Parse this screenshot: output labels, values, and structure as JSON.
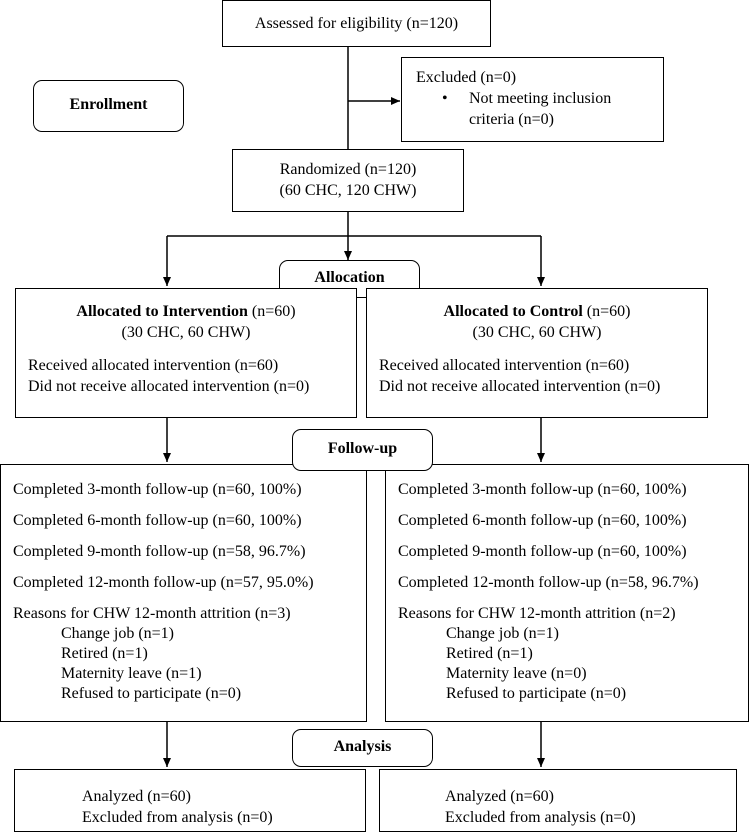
{
  "enrollment": {
    "stage_label": "Enrollment",
    "assessed": "Assessed for eligibility (n=120)",
    "excluded": {
      "title": "Excluded (n=0)",
      "bullet_line1": "Not meeting inclusion",
      "bullet_line2": "criteria (n=0)"
    },
    "randomized_line1": "Randomized (n=120)",
    "randomized_line2": "(60 CHC, 120 CHW)"
  },
  "allocation": {
    "stage_label": "Allocation",
    "intervention": {
      "title_bold": "Allocated to Intervention",
      "title_count": " (n=60)",
      "sub": "(30 CHC, 60 CHW)",
      "received": "Received allocated intervention (n=60)",
      "not_received": "Did not receive allocated intervention (n=0)"
    },
    "control": {
      "title_bold": "Allocated to Control",
      "title_count": " (n=60)",
      "sub": "(30 CHC, 60 CHW)",
      "received": "Received allocated intervention (n=60)",
      "not_received": "Did not receive allocated intervention (n=0)"
    }
  },
  "followup": {
    "stage_label": "Follow-up",
    "intervention": {
      "m3": "Completed 3-month follow-up (n=60, 100%)",
      "m6": "Completed 6-month follow-up (n=60, 100%)",
      "m9": "Completed 9-month follow-up (n=58, 96.7%)",
      "m12": "Completed 12-month follow-up (n=57, 95.0%)",
      "reasons_title": "Reasons for CHW 12-month attrition (n=3)",
      "reasons": [
        "Change job (n=1)",
        "Retired (n=1)",
        "Maternity leave (n=1)",
        "Refused to participate (n=0)"
      ]
    },
    "control": {
      "m3": "Completed 3-month follow-up (n=60, 100%)",
      "m6": "Completed 6-month follow-up (n=60, 100%)",
      "m9": "Completed 9-month follow-up (n=60, 100%)",
      "m12": "Completed 12-month follow-up (n=58, 96.7%)",
      "reasons_title": "Reasons for CHW 12-month attrition (n=2)",
      "reasons": [
        "Change job (n=1)",
        "Retired (n=1)",
        "Maternity leave (n=0)",
        "Refused to participate (n=0)"
      ]
    }
  },
  "analysis": {
    "stage_label": "Analysis",
    "intervention": {
      "analyzed": "Analyzed (n=60)",
      "excluded": "Excluded from analysis (n=0)"
    },
    "control": {
      "analyzed": "Analyzed (n=60)",
      "excluded": "Excluded from analysis (n=0)"
    }
  }
}
